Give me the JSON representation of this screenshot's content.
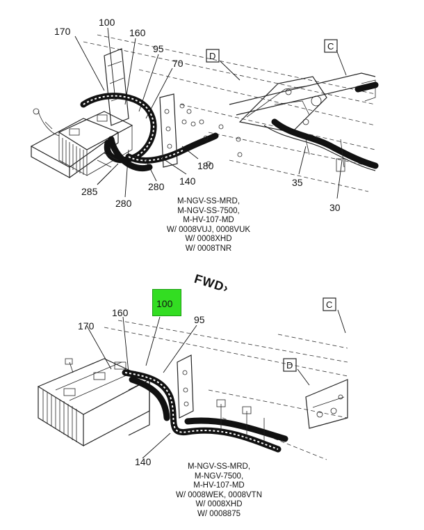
{
  "top_view": {
    "callouts": [
      "170",
      "100",
      "160",
      "95",
      "70",
      "180",
      "140",
      "280",
      "280",
      "285",
      "35",
      "30"
    ],
    "view_refs": [
      "D",
      "C"
    ],
    "caption_lines": [
      "M-NGV-SS-MRD,",
      "M-NGV-SS-7500,",
      "M-HV-107-MD",
      "W/ 0008VUJ, 0008VUK",
      "W/ 0008XHD",
      "W/ 0008TNR"
    ]
  },
  "direction_label": "FWD",
  "bottom_view": {
    "highlighted_callout": "100",
    "callouts": [
      "160",
      "170",
      "95",
      "140"
    ],
    "view_refs": [
      "C",
      "D"
    ],
    "caption_lines": [
      "M-NGV-SS-MRD,",
      "M-NGV-7500,",
      "M-HV-107-MD",
      "W/ 0008WEK, 0008VTN",
      "W/ 0008XHD",
      "W/ 0008875"
    ]
  }
}
